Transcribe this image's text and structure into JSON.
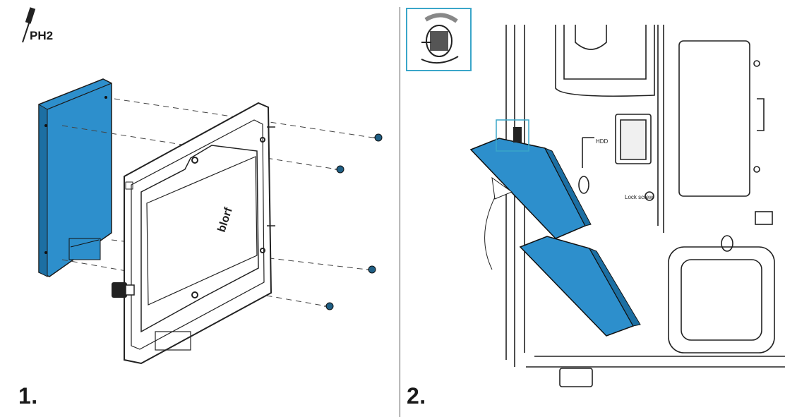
{
  "tool": {
    "label": "PH2",
    "icon": "screwdriver-icon"
  },
  "steps": [
    {
      "number": "1."
    },
    {
      "number": "2."
    }
  ],
  "labels": {
    "hdd": "HDD",
    "lock_screw": "Lock screw"
  },
  "colors": {
    "drive_blue": "#2d8fcc",
    "drive_blue_dark": "#1c6fa3",
    "line": "#2a2a2a",
    "inset_frame": "#3aa6c9"
  },
  "icons": [
    "screwdriver-icon",
    "thumbscrew-rotate-icon",
    "screw-icon",
    "up-arrow-icon"
  ]
}
